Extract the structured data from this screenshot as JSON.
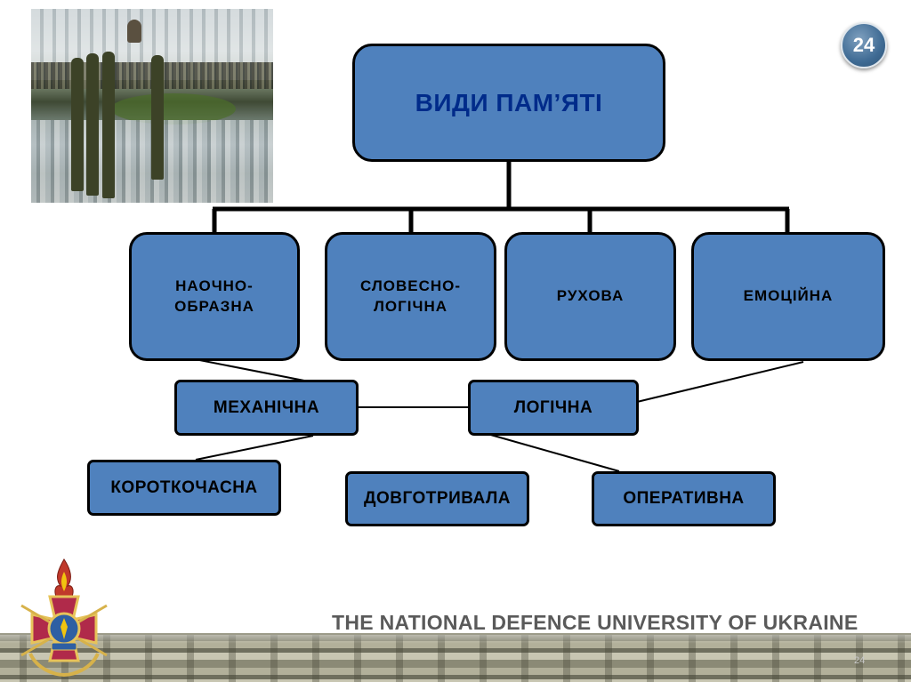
{
  "slide": {
    "page_number": "24",
    "footer": "THE NATIONAL DEFENCE UNIVERSITY OF UKRAINE",
    "small_page_number": "24"
  },
  "diagram": {
    "title": "ВИДИ ПАМ’ЯТІ",
    "types": [
      {
        "line1": "НАОЧНО-",
        "line2": "ОБРАЗНА"
      },
      {
        "line1": "СЛОВЕСНО-",
        "line2": "ЛОГІЧНА"
      },
      {
        "line1": "РУХОВА",
        "line2": ""
      },
      {
        "line1": "ЕМОЦІЙНА",
        "line2": ""
      }
    ],
    "middle": [
      "МЕХАНІЧНА",
      "ЛОГІЧНА"
    ],
    "bottom": [
      "КОРОТКОЧАСНА",
      "ДОВГОТРИВАЛА",
      "ОПЕРАТИВНА"
    ]
  },
  "colors": {
    "box_fill": "#4f81bd",
    "title_text": "#002b8a",
    "badge": "#3f6b94"
  },
  "icons": {
    "photo": "honor-guard-photo",
    "emblem": "university-cross-emblem"
  }
}
